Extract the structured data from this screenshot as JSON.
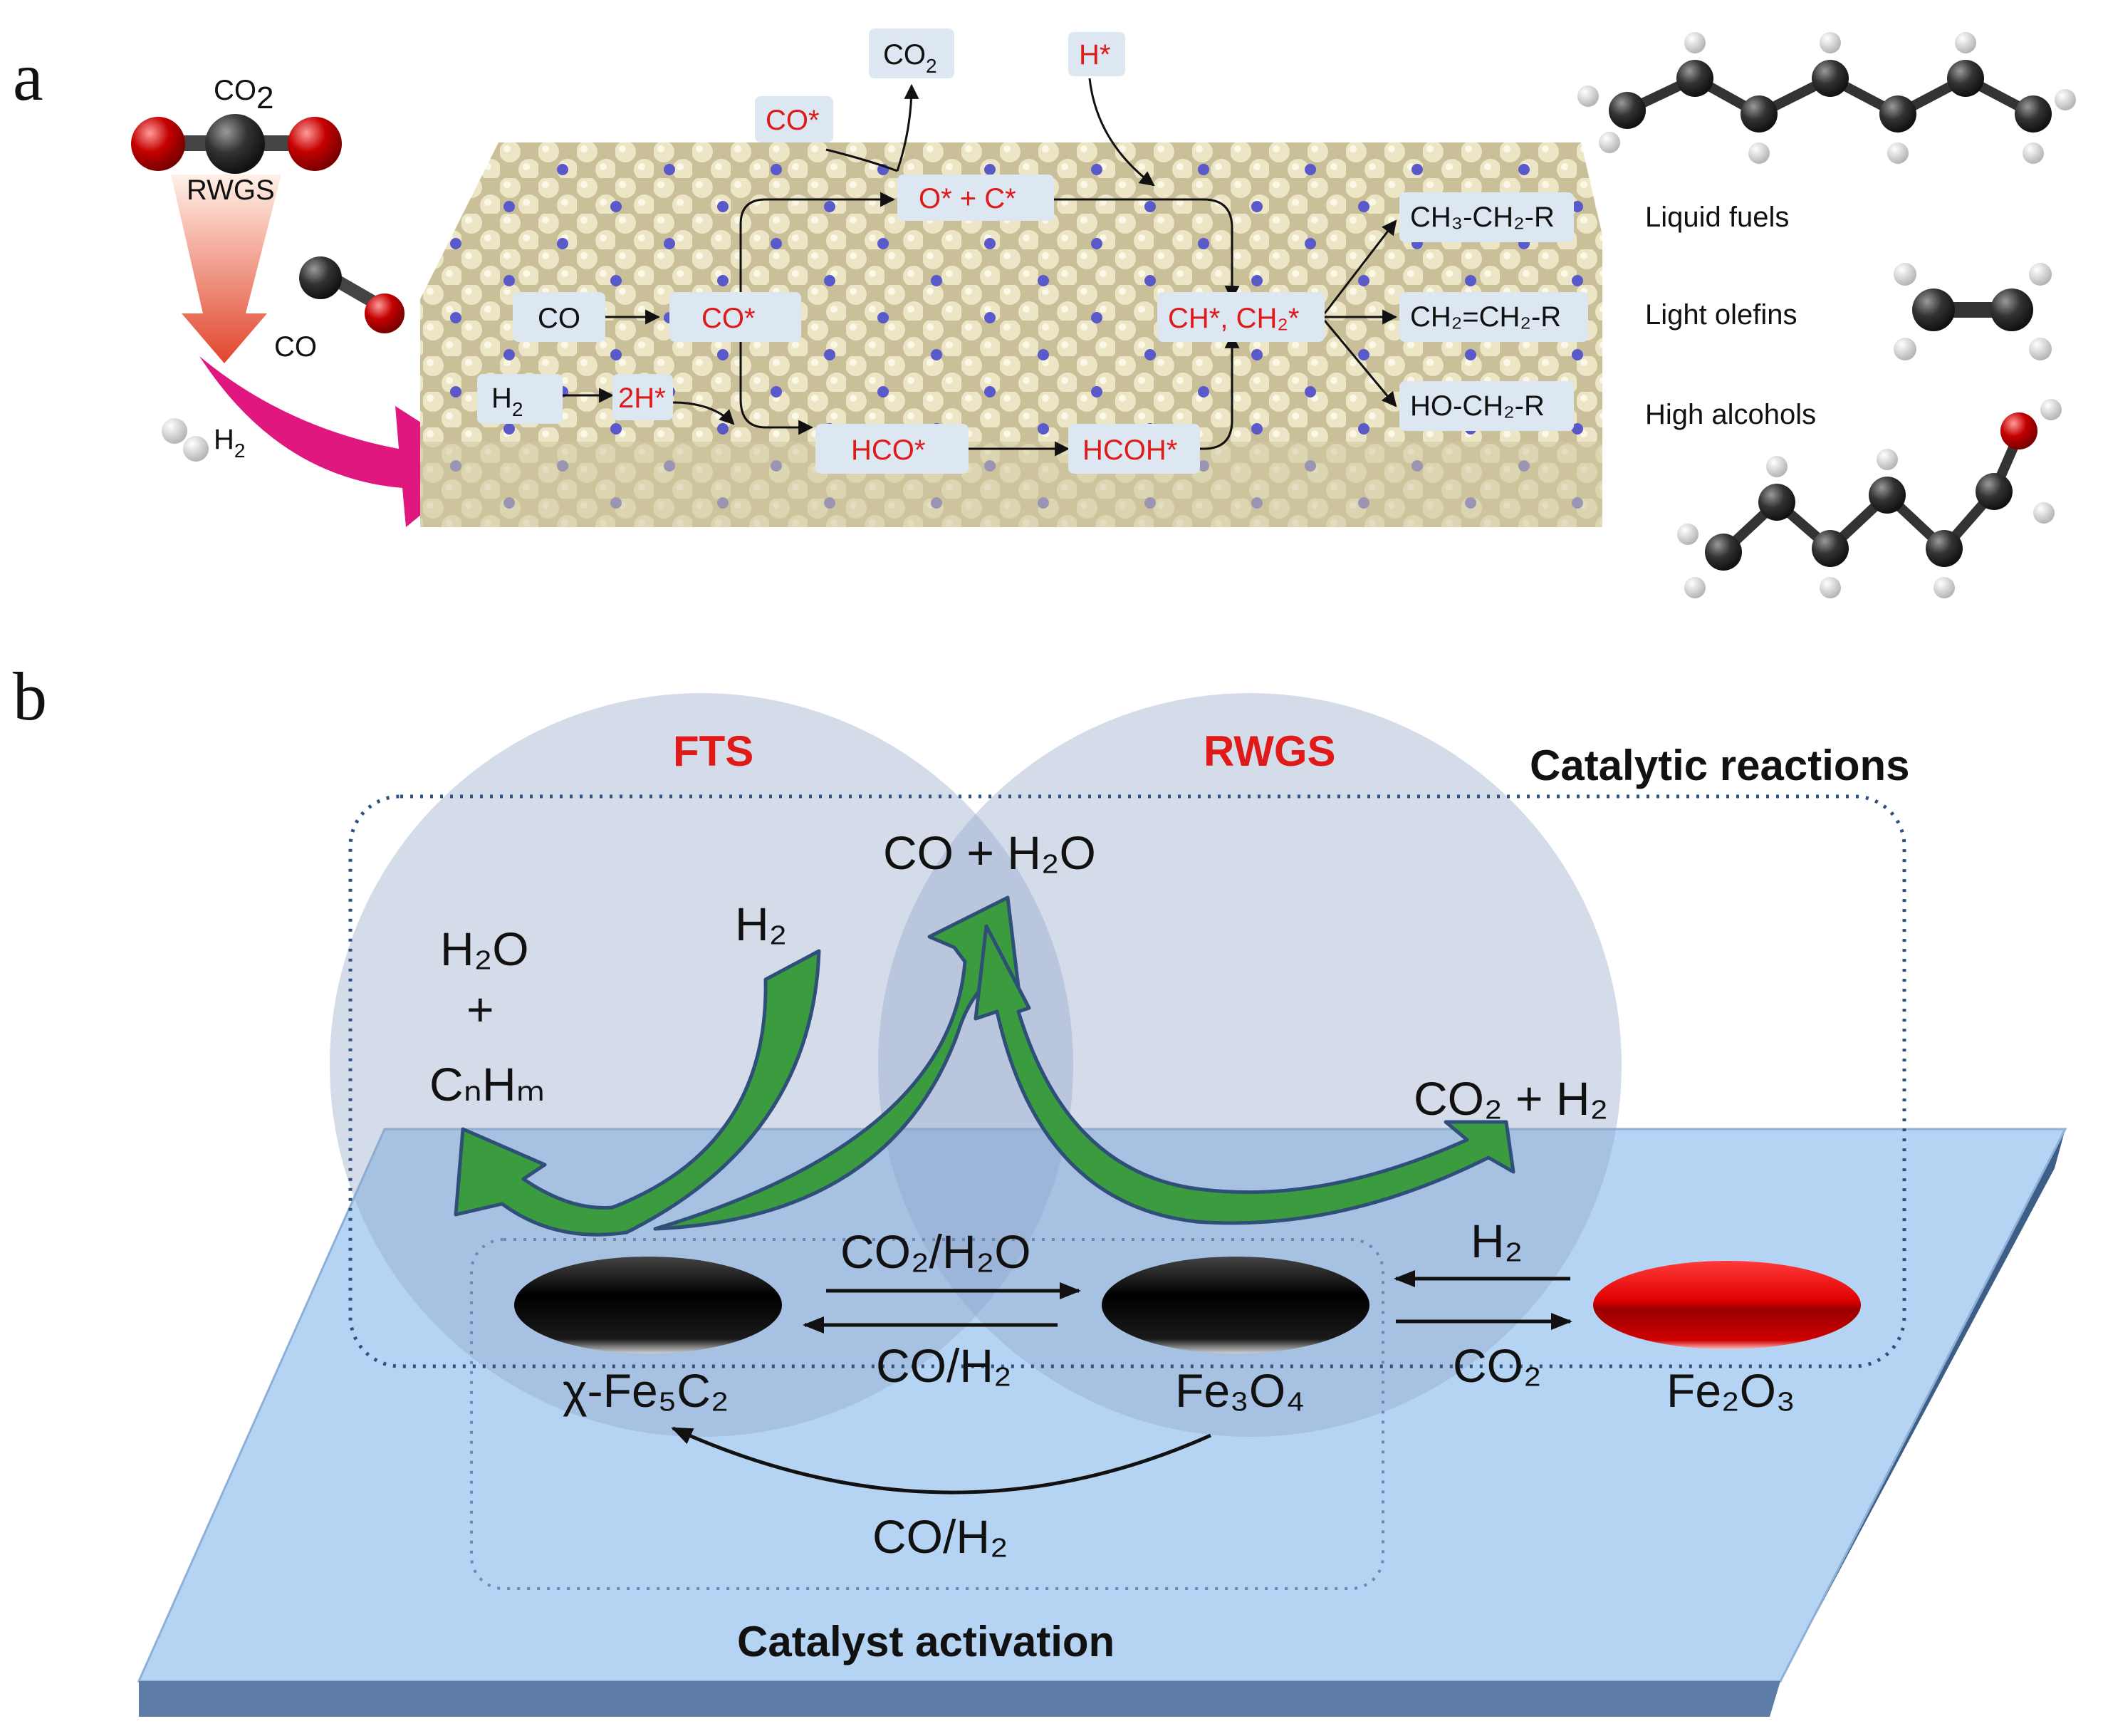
{
  "panel_a": {
    "label": "a",
    "co2": {
      "main": "CO",
      "sub": "2"
    },
    "rwgs": "RWGS",
    "co": "CO",
    "h2": {
      "main": "H",
      "sub": "2"
    },
    "surface": {
      "co2_out": {
        "main": "CO",
        "sub": "2"
      },
      "co_star_top": "CO*",
      "h_star_top": "H*",
      "o_c_star": "O* + C*",
      "co_box": "CO",
      "co_star": "CO*",
      "h2_box": {
        "main": "H",
        "sub": "2"
      },
      "two_h_star": "2H*",
      "hco_star": "HCO*",
      "hcoh_star": "HCOH*",
      "ch_ch2": "CH*, CH₂*",
      "prod1": "CH₃-CH₂-R",
      "prod2": "CH₂=CH₂-R",
      "prod3": "HO-CH₂-R"
    },
    "products": {
      "liquid": "Liquid fuels",
      "olefins": "Light olefins",
      "alcohols": "High alcohols"
    }
  },
  "panel_b": {
    "label": "b",
    "fts": "FTS",
    "rwgs": "RWGS",
    "catalytic_reactions": "Catalytic reactions",
    "catalyst_activation": "Catalyst activation",
    "co_h2o": "CO + H₂O",
    "h2": "H₂",
    "h2o": "H₂O",
    "plus": "+",
    "cnhm": "CₙHₘ",
    "co2_h2": "CO₂ + H₂",
    "co2_h2o": "CO₂/H₂O",
    "co_h2_mid": "CO/H₂",
    "h2_right": "H₂",
    "co2_right": "CO₂",
    "co_h2_bottom": "CO/H₂",
    "fe5c2": "χ-Fe₅C₂",
    "fe3o4": "Fe₃O₄",
    "fe2o3": "Fe₂O₃"
  },
  "colors": {
    "accent_red": "#e01919",
    "arrow_green": "#3a9c3f",
    "plane_blue": "#b5d3f2",
    "circle_blue": "#9fb4d6",
    "box_fill": "#dde7f2"
  }
}
